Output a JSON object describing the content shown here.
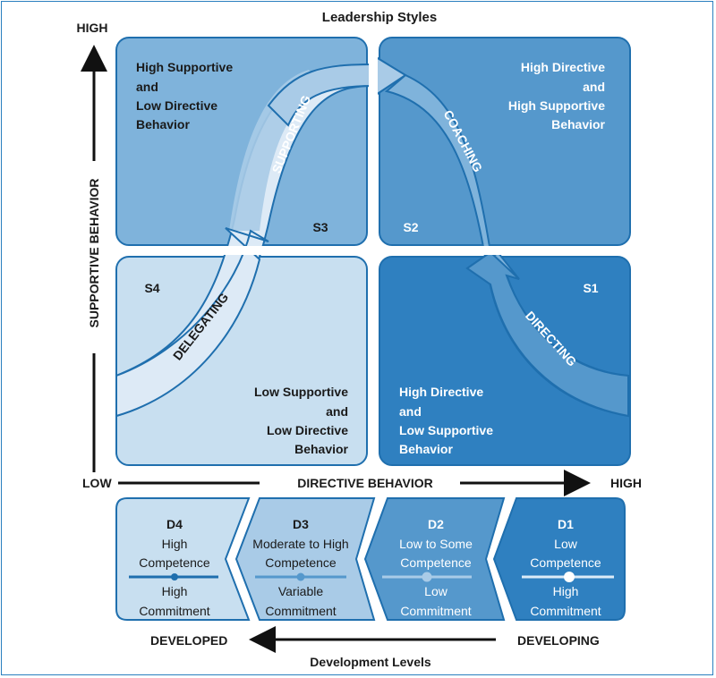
{
  "title": "Leadership Styles",
  "bottom_title": "Development Levels",
  "y_axis": {
    "label": "SUPPORTIVE BEHAVIOR",
    "high": "HIGH"
  },
  "x_axis": {
    "label": "DIRECTIVE BEHAVIOR",
    "low": "LOW",
    "high": "HIGH"
  },
  "quadrants": {
    "s3": {
      "code": "S3",
      "lines": [
        "High Supportive",
        "and",
        "Low Directive",
        "Behavior"
      ]
    },
    "s2": {
      "code": "S2",
      "lines": [
        "High Directive",
        "and",
        "High Supportive",
        "Behavior"
      ]
    },
    "s4": {
      "code": "S4",
      "lines": [
        "Low Supportive",
        "and",
        "Low Directive",
        "Behavior"
      ]
    },
    "s1": {
      "code": "S1",
      "lines": [
        "High Directive",
        "and",
        "Low Supportive",
        "Behavior"
      ]
    }
  },
  "curve_labels": {
    "supporting": "SUPPORTING",
    "coaching": "COACHING",
    "delegating": "DELEGATING",
    "directing": "DIRECTING"
  },
  "development": [
    {
      "code": "D4",
      "top1": "High",
      "top2": "Competence",
      "bot1": "High",
      "bot2": "Commitment"
    },
    {
      "code": "D3",
      "top1": "Moderate to High",
      "top2": "Competence",
      "bot1": "Variable",
      "bot2": "Commitment"
    },
    {
      "code": "D2",
      "top1": "Low to Some",
      "top2": "Competence",
      "bot1": "Low",
      "bot2": "Commitment"
    },
    {
      "code": "D1",
      "top1": "Low",
      "top2": "Competence",
      "bot1": "High",
      "bot2": "Commitment"
    }
  ],
  "dev_axis": {
    "left": "DEVELOPED",
    "right": "DEVELOPING"
  },
  "colors": {
    "s3": "#7fb3db",
    "s2": "#5598cc",
    "s4": "#c8dff0",
    "s1": "#2f80c0",
    "border": "#1f6fae",
    "text": "#1a1a1a"
  }
}
